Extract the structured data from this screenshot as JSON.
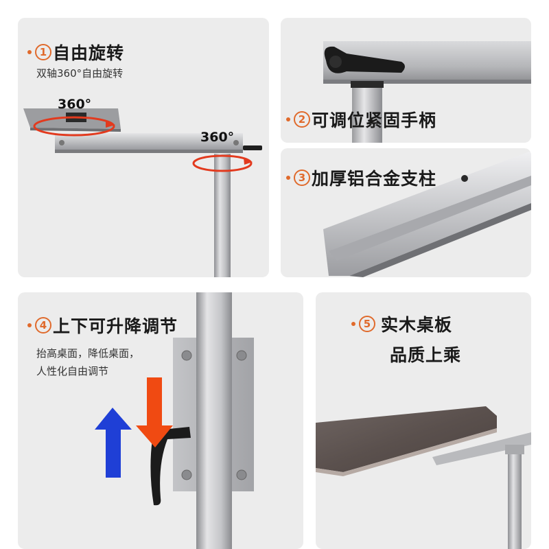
{
  "panels": [
    {
      "number": "1",
      "title": "自由旋转",
      "subtitle": "双轴360°自由旋转",
      "rotation_label_top": "360°",
      "rotation_label_right": "360°"
    },
    {
      "number": "2",
      "title": "可调位紧固手柄"
    },
    {
      "number": "3",
      "title": "加厚铝合金支柱"
    },
    {
      "number": "4",
      "title": "上下可升降调节",
      "subtitle_lines": [
        "抬高桌面，降低桌面，",
        "人性化自由调节"
      ]
    },
    {
      "number": "5",
      "title_lines": [
        "实木桌板",
        "品质上乘"
      ]
    }
  ],
  "colors": {
    "accent": "#e06a2c",
    "panel_bg": "#ececec",
    "arrow_up": "#1f3fd6",
    "arrow_down": "#f04a12",
    "tabletop": "#5d5350"
  }
}
